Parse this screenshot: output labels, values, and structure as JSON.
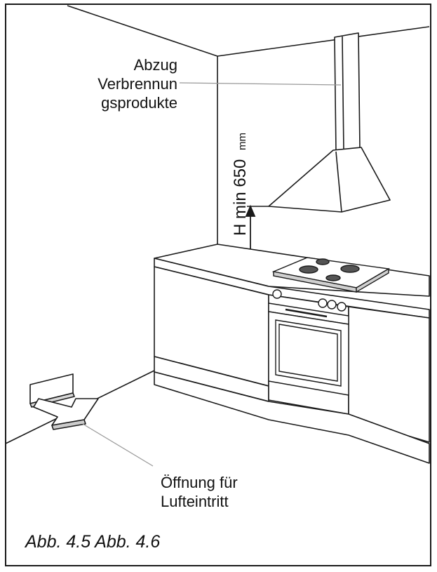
{
  "exhaust_label": {
    "line1": "Abzug",
    "line2": "Verbrennun",
    "line3": "gsprodukte"
  },
  "height_label": {
    "text": "H min 650",
    "unit": "mm"
  },
  "air_inlet_label": {
    "line1": "Öffnung für",
    "line2": "Lufteintritt"
  },
  "caption": "Abb. 4.5 Abb. 4.6",
  "colors": {
    "line": "#1a1a1a",
    "background": "#ffffff"
  }
}
